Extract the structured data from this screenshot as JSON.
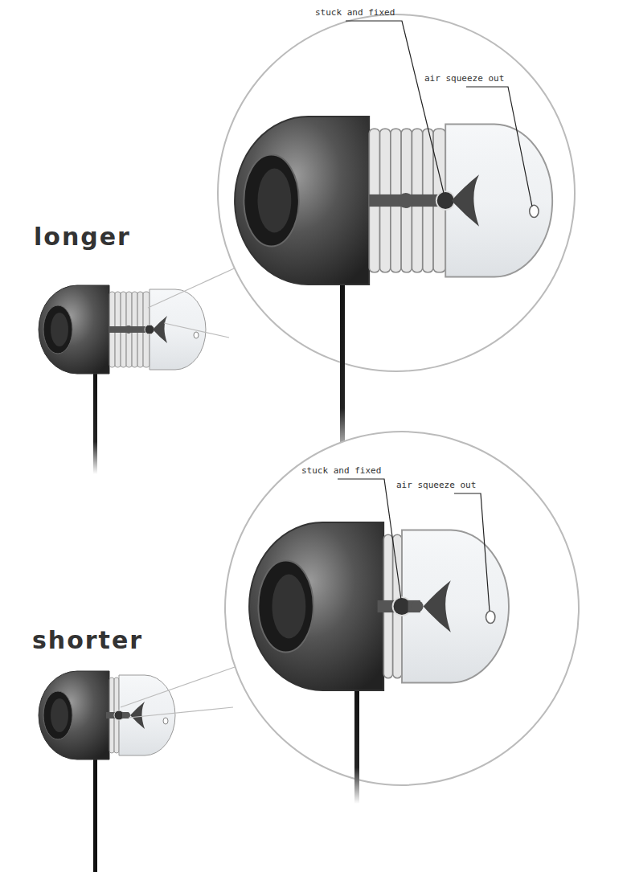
{
  "diagram": {
    "labels": [
      "stuck and fixed",
      "air squeeze out",
      "longer",
      "stuck and fixed",
      "air squeeze out",
      "shorter"
    ]
  }
}
